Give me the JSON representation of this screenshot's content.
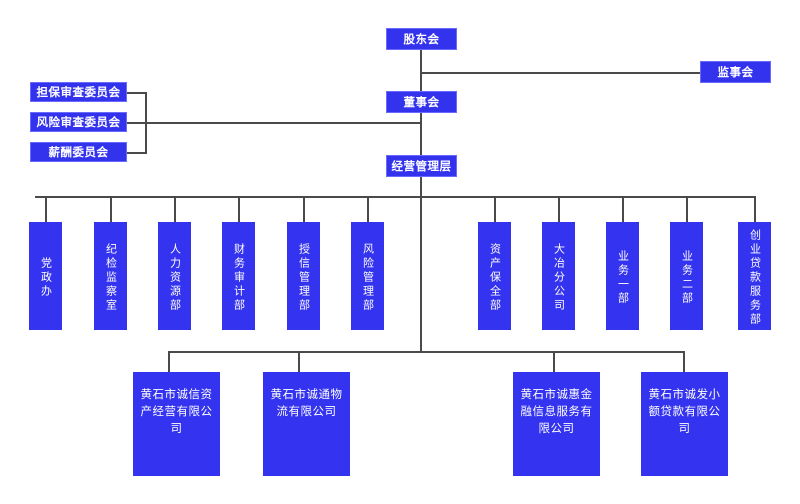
{
  "chart_data": {
    "type": "diagram",
    "title": "",
    "orientation": "top-down organizational chart",
    "colors": {
      "box_fill": "#3333f0",
      "box_text": "#ffffff",
      "connector": "#4a4a4a",
      "background": "#ffffff"
    },
    "levels": [
      {
        "level": 1,
        "nodes": [
          "股东会"
        ]
      },
      {
        "level": 2,
        "nodes": [
          "监事会",
          "董事会"
        ]
      },
      {
        "level": 3,
        "nodes": [
          "担保审查委员会",
          "风险审查委员会",
          "薪酬委员会",
          "经营管理层"
        ]
      },
      {
        "level": 4,
        "nodes": [
          "党政办",
          "纪检监察室",
          "人力资源部",
          "财务审计部",
          "授信管理部",
          "风险管理部",
          "资产保全部",
          "大冶分公司",
          "业务一部",
          "业务二部",
          "创业贷款服务部"
        ]
      },
      {
        "level": 5,
        "nodes": [
          "黄石市诚信资产经营有限公司",
          "黄石市诚通物流有限公司",
          "黄石市诚惠金融信息服务有限公司",
          "黄石市诚发小额贷款有限公司"
        ]
      }
    ]
  },
  "nodes": {
    "shareholders_meeting": "股东会",
    "supervisory_board": "监事会",
    "board_of_directors": "董事会",
    "guarantee_review_committee": "担保审查委员会",
    "risk_review_committee": "风险审查委员会",
    "compensation_committee": "薪酬委员会",
    "management_layer": "经营管理层"
  },
  "departments": [
    {
      "name": "党政办"
    },
    {
      "name": "纪检监察室"
    },
    {
      "name": "人力资源部"
    },
    {
      "name": "财务审计部"
    },
    {
      "name": "授信管理部"
    },
    {
      "name": "风险管理部"
    },
    {
      "name": "资产保全部"
    },
    {
      "name": "大冶分公司"
    },
    {
      "name": "业务一部"
    },
    {
      "name": "业务二部"
    },
    {
      "name": "创业贷款服务部"
    }
  ],
  "subsidiaries": [
    {
      "name": "黄石市诚信资产经营有限公司"
    },
    {
      "name": "黄石市诚通物流有限公司"
    },
    {
      "name": "黄石市诚惠金融信息服务有限公司"
    },
    {
      "name": "黄石市诚发小额贷款有限公司"
    }
  ]
}
